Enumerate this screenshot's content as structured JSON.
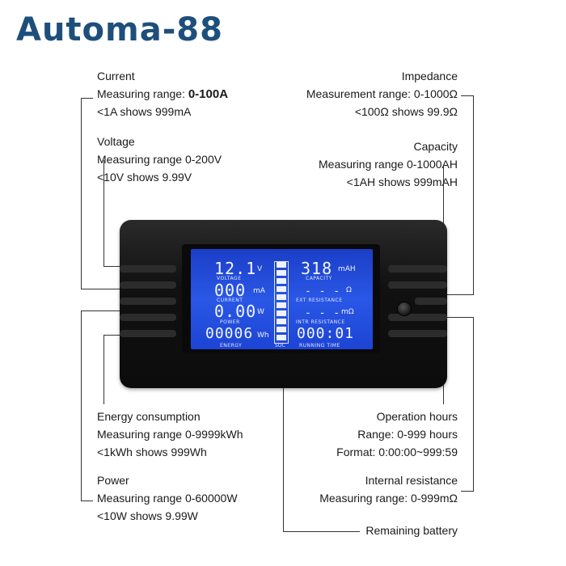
{
  "brand": "Automa-88",
  "left": {
    "current": {
      "title": "Current",
      "range_label": "Measuring range: ",
      "range_value": "0-100A",
      "note": "<1A shows 999mA"
    },
    "voltage": {
      "title": "Voltage",
      "range": "Measuring range 0-200V",
      "note": "<10V shows 9.99V"
    },
    "energy": {
      "title": "Energy consumption",
      "range": "Measuring range 0-9999kWh",
      "note": "<1kWh shows 999Wh"
    },
    "power": {
      "title": "Power",
      "range": "Measuring range 0-60000W",
      "note": "<10W shows 9.99W"
    }
  },
  "right": {
    "impedance": {
      "title": "Impedance",
      "range": "Measurement range: 0-1000Ω",
      "note": "<100Ω shows 99.9Ω"
    },
    "capacity": {
      "title": "Capacity",
      "range": "Measuring range 0-1000AH",
      "note": "<1AH shows 999mAH"
    },
    "operation_hours": {
      "title": "Operation hours",
      "range": "Range: 0-999 hours",
      "format": "Format: 0:00:00~999:59"
    },
    "internal_resistance": {
      "title": "Internal resistance",
      "range": "Measuring range: 0-999mΩ"
    },
    "remaining_battery": {
      "title": "Remaining battery"
    }
  },
  "display": {
    "voltage": {
      "value": "12.1",
      "unit": "V",
      "label": "VOLTAGE"
    },
    "current": {
      "value": "000",
      "unit": "mA",
      "label": "CURRENT"
    },
    "power": {
      "value": "0.00",
      "unit": "W",
      "label": "POWER"
    },
    "energy": {
      "value": "00006",
      "unit": "Wh",
      "label": "ENERGY"
    },
    "capacity": {
      "value": "318",
      "unit": "mAH",
      "label": "CAPACITY"
    },
    "ext_resistance": {
      "value": "- - -",
      "unit": "Ω",
      "label": "EXT RESISTANCE"
    },
    "intr_resistance": {
      "value": "- - -",
      "unit": "mΩ",
      "label": "INTR RESISTANCE"
    },
    "running_time": {
      "value": "000:01",
      "label": "RUNNING TIME"
    },
    "soc": {
      "label": "SOC",
      "level_fraction": 1.0
    }
  },
  "colors": {
    "brand": "#1e4f7c",
    "screen": "#2a57e6",
    "device": "#111111"
  }
}
